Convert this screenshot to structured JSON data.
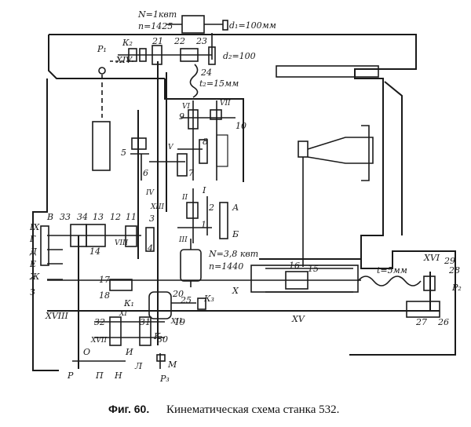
{
  "motor_top": {
    "power": "N=1квт",
    "speed": "n=1425",
    "d1": "d₁=100мм",
    "d2": "d₂=100"
  },
  "motor_bottom": {
    "power": "N=3,8 квт",
    "speed": "n=1440"
  },
  "belt": {
    "t2": "t₂=15мм"
  },
  "screw": {
    "t": "t=5мм"
  },
  "gear_numbers": [
    "1",
    "2",
    "3",
    "4",
    "5",
    "6",
    "7",
    "8",
    "9",
    "10",
    "11",
    "12",
    "13",
    "14",
    "15",
    "16",
    "17",
    "18",
    "19",
    "20",
    "21",
    "22",
    "23",
    "24",
    "25",
    "26",
    "27",
    "28",
    "29",
    "30",
    "31",
    "32",
    "33",
    "34"
  ],
  "shaft_labels": {
    "I": "I",
    "II": "II",
    "III": "III",
    "IV": "IV",
    "V": "V",
    "VI": "VI",
    "VII": "VII",
    "VIII": "VIII",
    "IX": "IX",
    "X": "X",
    "XI": "XI",
    "XII": "XII",
    "XIII": "XIII",
    "XIV": "XIV",
    "XV": "XV",
    "XVI": "XVI",
    "XVII": "XVII",
    "XVIII": "XVIII"
  },
  "letters": {
    "A": "А",
    "B": "Б",
    "V": "В",
    "G": "Г",
    "D": "Д",
    "E": "Е",
    "ZH": "Ж",
    "Z": "З",
    "I": "И",
    "K": "К",
    "L": "Л",
    "M": "М",
    "N": "Н",
    "O": "О",
    "P": "П",
    "R": "Р",
    "K1": "К₁",
    "K2": "К₂",
    "K3": "К₃",
    "P1": "Р₁",
    "P2": "Р₂",
    "P3": "Р₃"
  },
  "caption": {
    "fig": "Фиг. 60.",
    "text": "Кинематическая схема станка 532."
  }
}
